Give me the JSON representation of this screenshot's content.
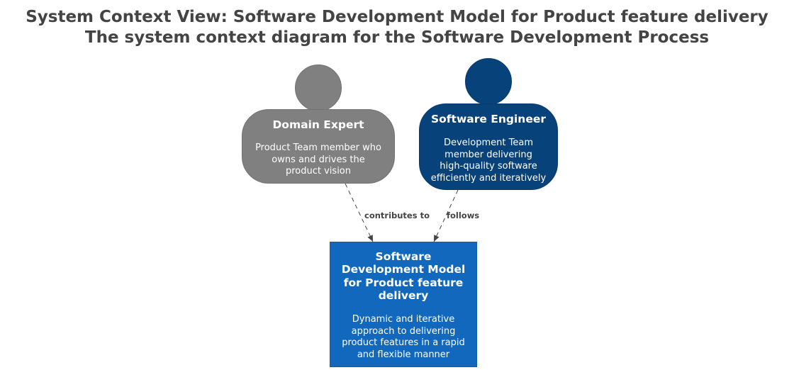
{
  "title": {
    "line1": "System Context View: Software Development Model for Product feature delivery",
    "line2": "The system context diagram for the Software Development Process"
  },
  "nodes": {
    "domain_expert": {
      "name": "Domain Expert",
      "description_lines": [
        "Product Team member who",
        "owns and drives the",
        "product vision"
      ],
      "color": "#808080"
    },
    "software_engineer": {
      "name": "Software Engineer",
      "description_lines": [
        "Development Team",
        "member delivering",
        "high-quality software",
        "efficiently and iteratively"
      ],
      "color": "#08427b"
    },
    "system": {
      "name_lines": [
        "Software",
        "Development Model",
        "for Product feature",
        "delivery"
      ],
      "description_lines": [
        "Dynamic and iterative",
        "approach to delivering",
        "product features in a rapid",
        "and flexible manner"
      ],
      "color": "#1168bd"
    }
  },
  "edges": {
    "domain_expert_to_system": "contributes to",
    "engineer_to_system": "follows"
  },
  "colors": {
    "title": "#444444",
    "edge": "#444444"
  }
}
